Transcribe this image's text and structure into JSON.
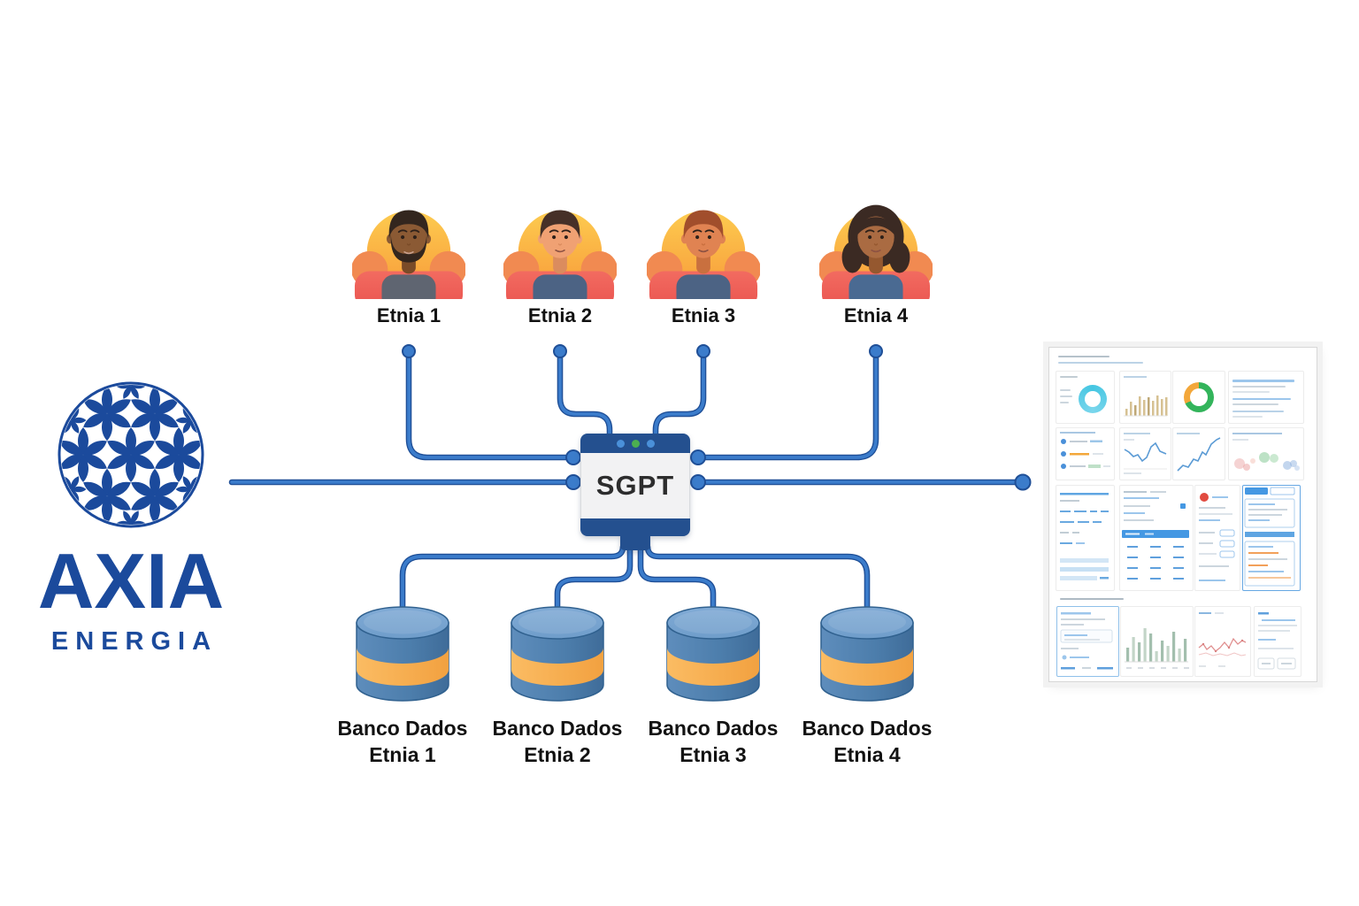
{
  "logo": {
    "brand": "AXIA",
    "subtitle": "ENERGIA",
    "color": "#1b4a9c"
  },
  "central_node": {
    "label": "SGPT",
    "frame_color": "#24508f",
    "window_dots": [
      "#4a90d9",
      "#4caf50",
      "#4a90d9"
    ]
  },
  "users": [
    {
      "label": "Etnia 1",
      "skin": "#8b5a34",
      "skin_shadow": "#7a4b28",
      "hair": "#33261e",
      "shirt": "#5f6571",
      "beard": true,
      "hairstyle": "short"
    },
    {
      "label": "Etnia 2",
      "skin": "#f0a173",
      "skin_shadow": "#db8c5e",
      "hair": "#463028",
      "shirt": "#4c6384",
      "beard": false,
      "hairstyle": "short"
    },
    {
      "label": "Etnia 3",
      "skin": "#e08352",
      "skin_shadow": "#c9703f",
      "hair": "#a14e2c",
      "shirt": "#4c6384",
      "beard": false,
      "hairstyle": "short"
    },
    {
      "label": "Etnia 4",
      "skin": "#aa6b42",
      "skin_shadow": "#95582f",
      "hair": "#3b2a23",
      "shirt": "#4a6a92",
      "beard": false,
      "hairstyle": "curly"
    }
  ],
  "databases": [
    {
      "line1": "Banco Dados",
      "line2": "Etnia 1"
    },
    {
      "line1": "Banco Dados",
      "line2": "Etnia 2"
    },
    {
      "line1": "Banco Dados",
      "line2": "Etnia 3"
    },
    {
      "line1": "Banco Dados",
      "line2": "Etnia 4"
    }
  ],
  "db_colors": {
    "body": "#4c7dab",
    "top": "#6f9dca",
    "band": "#f9b04f",
    "outline": "#30618f"
  },
  "connector": {
    "color": "#3b7ccb",
    "edge": "#1f4f97"
  },
  "dashboard_colors": {
    "accent": "#4598e3",
    "donut_cyan": "#45c6e2",
    "donut_green": "#33b45b",
    "donut_orange": "#f3a73a",
    "bars_tan": "#d6c193",
    "line_blue": "#5b9bd5",
    "line_red": "#e08f8f",
    "bars_sage": "#a3bfae"
  }
}
